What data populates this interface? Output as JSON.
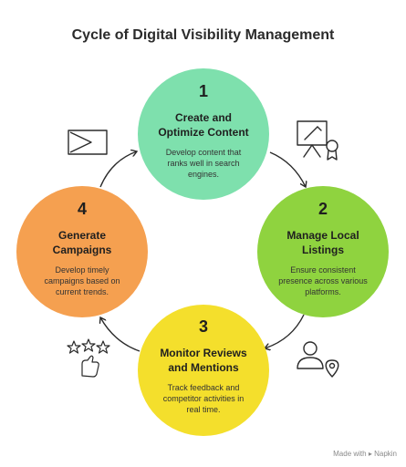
{
  "title": "Cycle of Digital Visibility Management",
  "steps": [
    {
      "number": "1",
      "title_line1": "Create and",
      "title_line2": "Optimize Content",
      "desc_line1": "Develop content that",
      "desc_line2": "ranks well in search",
      "desc_line3": "engines.",
      "color": "#7ee0ad",
      "icon": "whiteboard-icon"
    },
    {
      "number": "2",
      "title_line1": "Manage Local",
      "title_line2": "Listings",
      "desc_line1": "Ensure consistent",
      "desc_line2": "presence across various",
      "desc_line3": "platforms.",
      "color": "#8fd33f",
      "icon": "user-location-icon"
    },
    {
      "number": "3",
      "title_line1": "Monitor Reviews",
      "title_line2": "and Mentions",
      "desc_line1": "Track feedback and",
      "desc_line2": "competitor activities in",
      "desc_line3": "real time.",
      "color": "#f4df2c",
      "icon": "star-rating-icon"
    },
    {
      "number": "4",
      "title_line1": "Generate",
      "title_line2": "Campaigns",
      "desc_line1": "Develop timely",
      "desc_line2": "campaigns based on",
      "desc_line3": "current trends.",
      "color": "#f5a050",
      "icon": "campaign-flag-icon"
    }
  ],
  "footer": {
    "made_with": "Made with",
    "brand": "Napkin"
  }
}
